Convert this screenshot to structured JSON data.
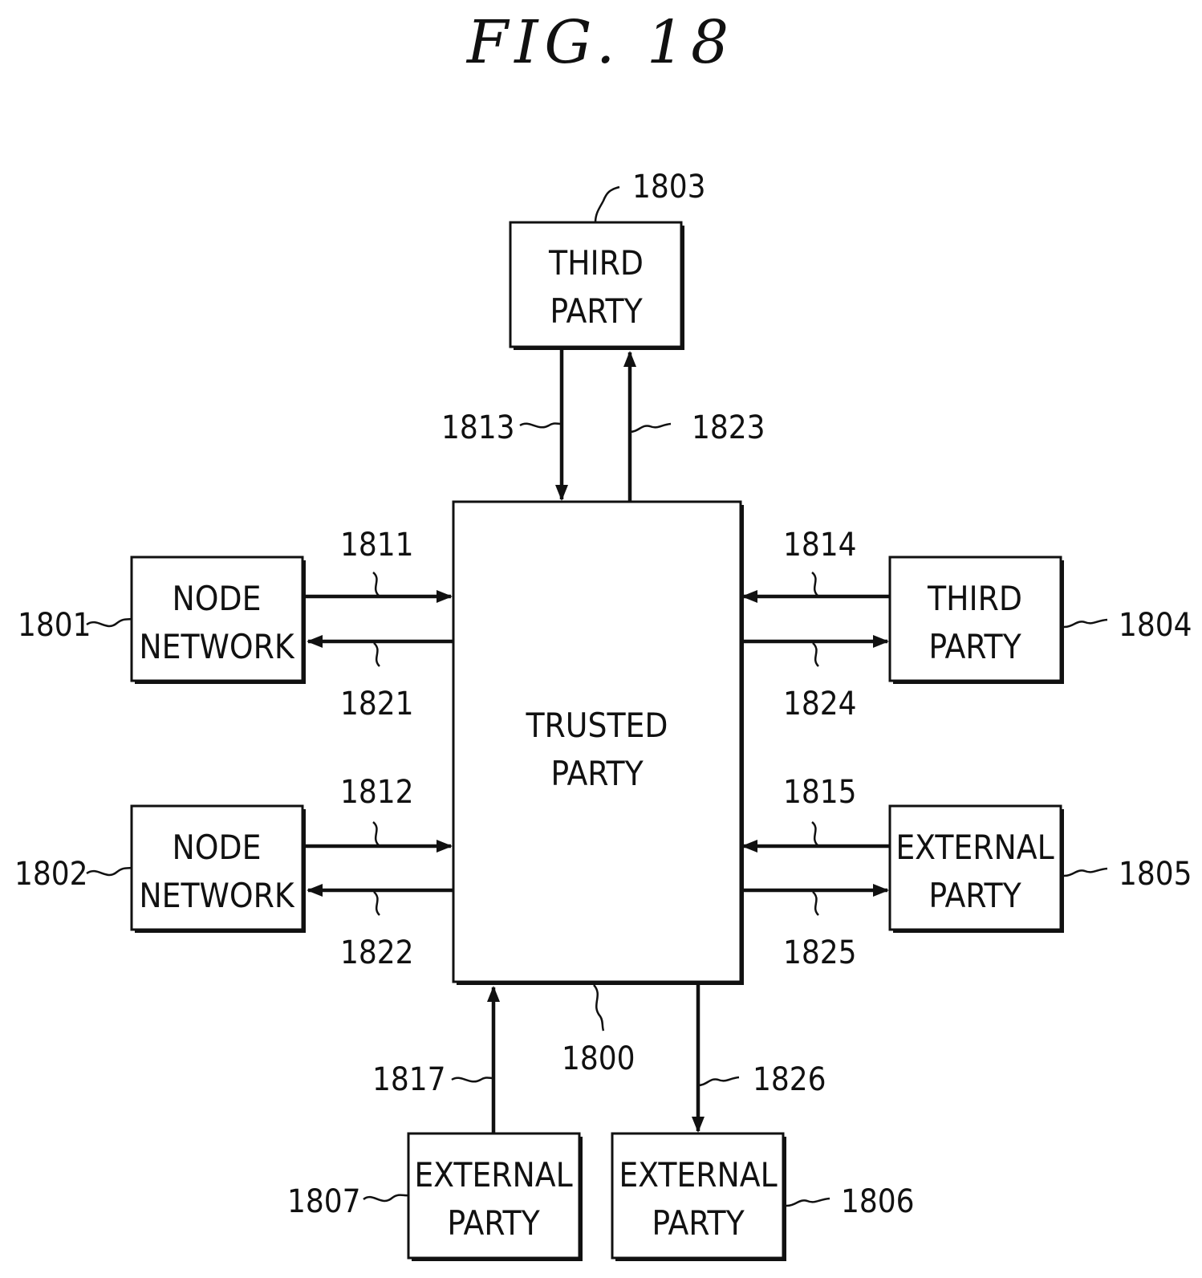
{
  "figure_title": "FIG. 18",
  "boxes": {
    "b1800": [
      "TRUSTED",
      "PARTY"
    ],
    "b1801": [
      "NODE",
      "NETWORK"
    ],
    "b1802": [
      "NODE",
      "NETWORK"
    ],
    "b1803": [
      "THIRD",
      "PARTY"
    ],
    "b1804": [
      "THIRD",
      "PARTY"
    ],
    "b1805": [
      "EXTERNAL",
      "PARTY"
    ],
    "b1806": [
      "EXTERNAL",
      "PARTY"
    ],
    "b1807": [
      "EXTERNAL",
      "PARTY"
    ]
  },
  "refs": {
    "r1800": "1800",
    "r1801": "1801",
    "r1802": "1802",
    "r1803": "1803",
    "r1804": "1804",
    "r1805": "1805",
    "r1806": "1806",
    "r1807": "1807",
    "r1811": "1811",
    "r1812": "1812",
    "r1813": "1813",
    "r1814": "1814",
    "r1815": "1815",
    "r1817": "1817",
    "r1821": "1821",
    "r1822": "1822",
    "r1823": "1823",
    "r1824": "1824",
    "r1825": "1825",
    "r1826": "1826"
  }
}
